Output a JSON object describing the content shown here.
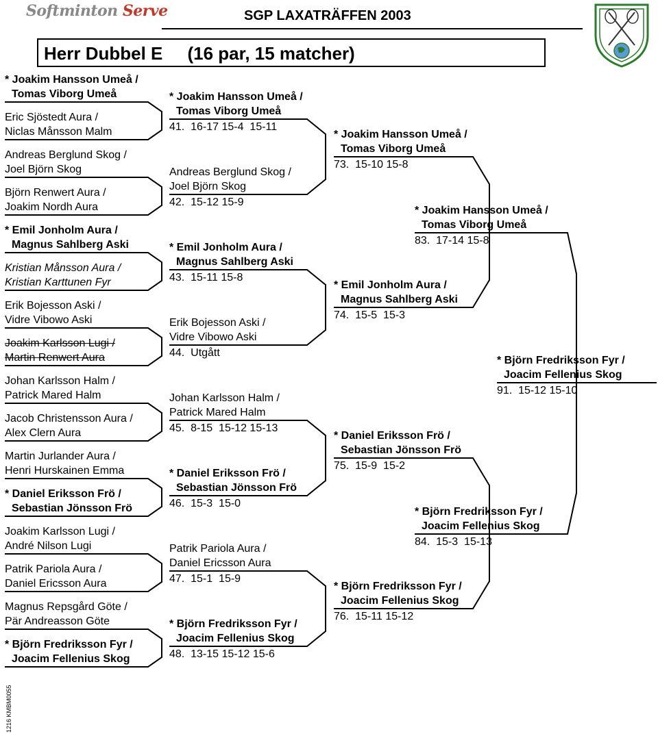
{
  "logo": {
    "text1": "Softminton",
    "text2": "Serve"
  },
  "header": "SGP LAXATRÄFFEN 2003",
  "title": "Herr Dubbel E     (16 par, 15 matcher)",
  "footer": "1216  KMBM0055",
  "round1": [
    {
      "p1": "* Joakim Hansson Umeå /",
      "p2": "Tomas Viborg Umeå",
      "style": "b"
    },
    {
      "p1": "Eric Sjöstedt Aura /",
      "p2": "Niclas Månsson Malm",
      "style": ""
    },
    {
      "p1": "Andreas Berglund Skog /",
      "p2": "Joel Björn Skog",
      "style": ""
    },
    {
      "p1": "Björn Renwert Aura /",
      "p2": "Joakim Nordh Aura",
      "style": ""
    },
    {
      "p1": "* Emil Jonholm Aura /",
      "p2": "Magnus Sahlberg Aski",
      "style": "b"
    },
    {
      "p1": "Kristian Månsson Aura /",
      "p2": "Kristian Karttunen Fyr",
      "style": "i"
    },
    {
      "p1": "Erik Bojesson Aski /",
      "p2": "Vidre Vibowo Aski",
      "style": ""
    },
    {
      "p1": "Joakim Karlsson Lugi /",
      "p2": "Martin Renwert Aura",
      "style": "s"
    },
    {
      "p1": "Johan Karlsson Halm /",
      "p2": "Patrick Mared Halm",
      "style": ""
    },
    {
      "p1": "Jacob Christensson Aura /",
      "p2": "Alex Clern Aura",
      "style": ""
    },
    {
      "p1": "Martin Jurlander Aura /",
      "p2": "Henri Hurskainen Emma",
      "style": ""
    },
    {
      "p1": "* Daniel Eriksson Frö /",
      "p2": "Sebastian Jönsson Frö",
      "style": "b"
    },
    {
      "p1": "Joakim Karlsson Lugi /",
      "p2": "André Nilson Lugi",
      "style": ""
    },
    {
      "p1": "Patrik Pariola Aura /",
      "p2": "Daniel Ericsson Aura",
      "style": ""
    },
    {
      "p1": "Magnus Repsgård Göte /",
      "p2": "Pär Andreasson Göte",
      "style": ""
    },
    {
      "p1": "* Björn Fredriksson Fyr /",
      "p2": "Joacim Fellenius Skog",
      "style": "b"
    }
  ],
  "round2": [
    {
      "p1": "* Joakim Hansson Umeå /",
      "p2": "Tomas Viborg Umeå",
      "style": "b",
      "score": "41.  16-17 15-4  15-11"
    },
    {
      "p1": "Andreas Berglund Skog /",
      "p2": "Joel Björn Skog",
      "style": "",
      "score": "42.  15-12 15-9"
    },
    {
      "p1": "* Emil Jonholm Aura /",
      "p2": "Magnus Sahlberg Aski",
      "style": "b",
      "score": "43.  15-11 15-8"
    },
    {
      "p1": "Erik Bojesson Aski /",
      "p2": "Vidre Vibowo Aski",
      "style": "",
      "score": "44.  Utgått"
    },
    {
      "p1": "Johan Karlsson Halm /",
      "p2": "Patrick Mared Halm",
      "style": "",
      "score": "45.  8-15  15-12 15-13"
    },
    {
      "p1": "* Daniel Eriksson Frö /",
      "p2": "Sebastian Jönsson Frö",
      "style": "b",
      "score": "46.  15-3  15-0"
    },
    {
      "p1": "Patrik Pariola Aura /",
      "p2": "Daniel Ericsson Aura",
      "style": "",
      "score": "47.  15-1  15-9"
    },
    {
      "p1": "* Björn Fredriksson Fyr /",
      "p2": "Joacim Fellenius Skog",
      "style": "b",
      "score": "48.  13-15 15-12 15-6"
    }
  ],
  "round3": [
    {
      "p1": "* Joakim Hansson Umeå /",
      "p2": "Tomas Viborg Umeå",
      "score": "73.  15-10 15-8"
    },
    {
      "p1": "* Emil Jonholm Aura /",
      "p2": "Magnus Sahlberg Aski",
      "score": "74.  15-5  15-3"
    },
    {
      "p1": "* Daniel Eriksson Frö /",
      "p2": "Sebastian Jönsson Frö",
      "score": "75.  15-9  15-2"
    },
    {
      "p1": "* Björn Fredriksson Fyr /",
      "p2": "Joacim Fellenius Skog",
      "score": "76.  15-11 15-12"
    }
  ],
  "round4": [
    {
      "p1": "* Joakim Hansson Umeå /",
      "p2": "Tomas Viborg Umeå",
      "score": "83.  17-14 15-8"
    },
    {
      "p1": "* Björn Fredriksson Fyr /",
      "p2": "Joacim Fellenius Skog",
      "score": "84.  15-3  15-13"
    }
  ],
  "final": {
    "p1": "* Björn Fredriksson Fyr /",
    "p2": "Joacim Fellenius Skog",
    "score": "91.  15-12 15-10"
  }
}
